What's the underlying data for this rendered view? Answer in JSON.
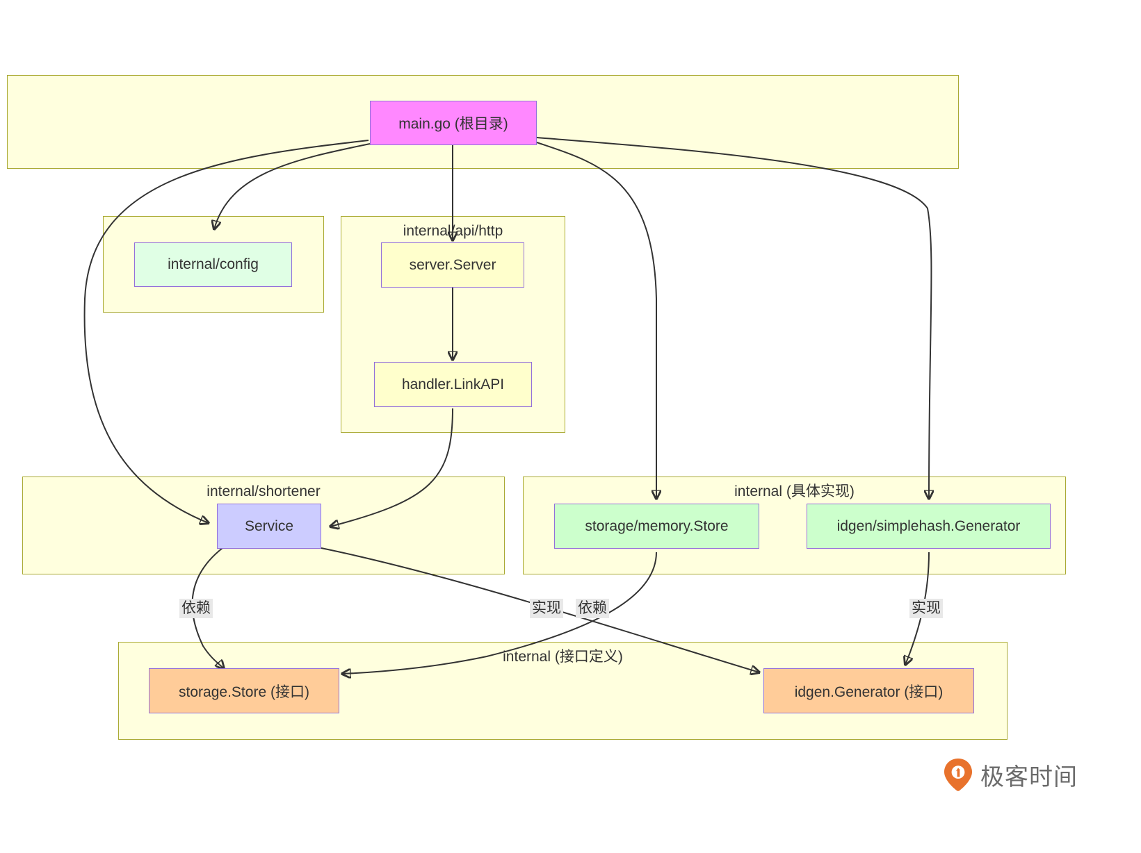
{
  "diagram": {
    "type": "flowchart",
    "title": "Go project package dependency diagram",
    "subgraphs": [
      {
        "id": "root",
        "label": ""
      },
      {
        "id": "config",
        "label": ""
      },
      {
        "id": "apihttp",
        "label": "internal/api/http"
      },
      {
        "id": "shortener",
        "label": "internal/shortener"
      },
      {
        "id": "impl",
        "label": "internal (具体实现)"
      },
      {
        "id": "iface",
        "label": "internal (接口定义)"
      }
    ],
    "nodes": [
      {
        "id": "main",
        "label": "main.go (根目录)",
        "fill": "#ff88ff",
        "stroke": "#9370db"
      },
      {
        "id": "config",
        "label": "internal/config",
        "fill": "#e0ffe5",
        "stroke": "#9370db"
      },
      {
        "id": "server",
        "label": "server.Server",
        "fill": "#ffffcc",
        "stroke": "#9370db"
      },
      {
        "id": "handler",
        "label": "handler.LinkAPI",
        "fill": "#ffffcc",
        "stroke": "#9370db"
      },
      {
        "id": "service",
        "label": "Service",
        "fill": "#ccccff",
        "stroke": "#9370db"
      },
      {
        "id": "memstore",
        "label": "storage/memory.Store",
        "fill": "#ccffcc",
        "stroke": "#9370db"
      },
      {
        "id": "simplehash",
        "label": "idgen/simplehash.Generator",
        "fill": "#ccffcc",
        "stroke": "#9370db"
      },
      {
        "id": "storeiface",
        "label": "storage.Store (接口)",
        "fill": "#ffcc99",
        "stroke": "#9370db"
      },
      {
        "id": "idgeniface",
        "label": "idgen.Generator (接口)",
        "fill": "#ffcc99",
        "stroke": "#9370db"
      }
    ],
    "edges": [
      {
        "from": "main",
        "to": "config",
        "label": ""
      },
      {
        "from": "main",
        "to": "server",
        "label": ""
      },
      {
        "from": "main",
        "to": "service",
        "label": ""
      },
      {
        "from": "main",
        "to": "memstore",
        "label": ""
      },
      {
        "from": "main",
        "to": "simplehash",
        "label": ""
      },
      {
        "from": "server",
        "to": "handler",
        "label": ""
      },
      {
        "from": "handler",
        "to": "service",
        "label": ""
      },
      {
        "from": "service",
        "to": "storeiface",
        "label": "依赖"
      },
      {
        "from": "service",
        "to": "idgeniface",
        "label": "依赖"
      },
      {
        "from": "memstore",
        "to": "storeiface",
        "label": "实现"
      },
      {
        "from": "simplehash",
        "to": "idgeniface",
        "label": "实现"
      }
    ],
    "edge_labels": [
      {
        "id": "dep-store",
        "text": "依赖"
      },
      {
        "id": "impl-store",
        "text": "实现"
      },
      {
        "id": "dep-idgen",
        "text": "依赖"
      },
      {
        "id": "impl-idgen",
        "text": "实现"
      }
    ],
    "colors": {
      "subgraph_fill": "#ffffde",
      "subgraph_stroke": "#aaaa33",
      "edge_stroke": "#333333",
      "edge_label_bg": "#e8e8e8",
      "text": "#333333"
    }
  },
  "watermark": {
    "text": "极客时间",
    "logo_color": "#e8722c"
  }
}
